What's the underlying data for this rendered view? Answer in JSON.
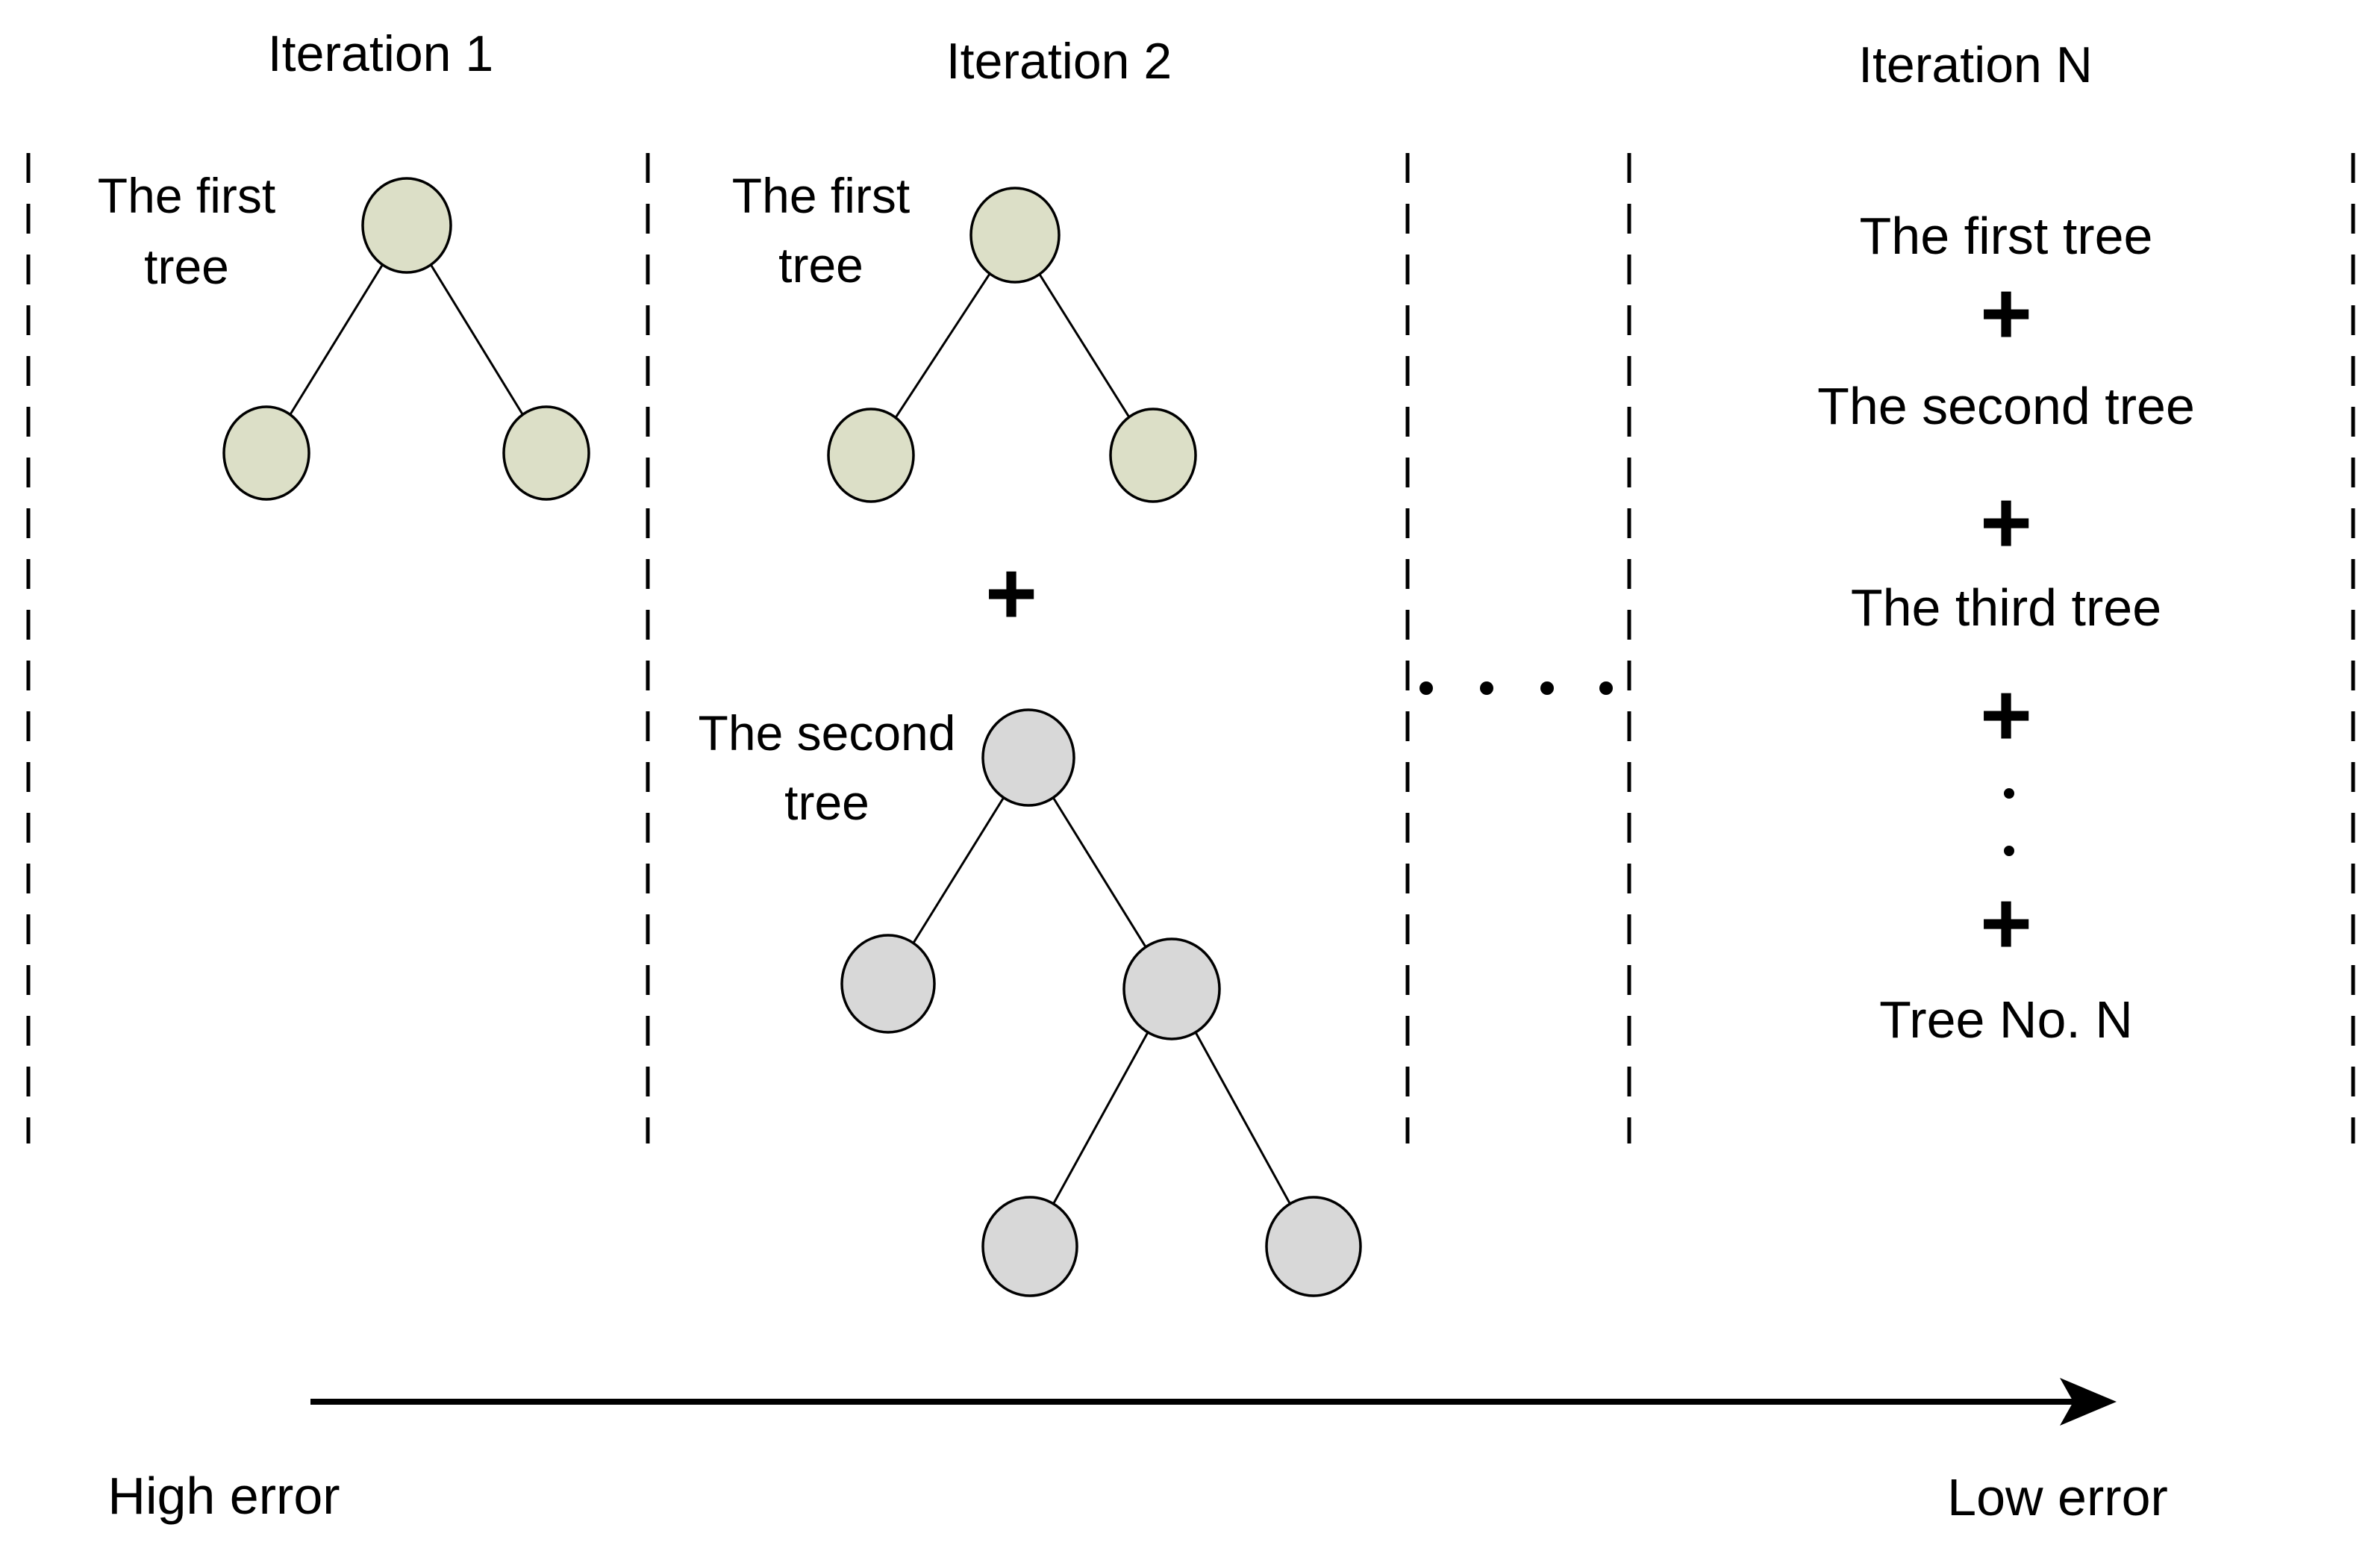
{
  "colors": {
    "background": "#ffffff",
    "first_tree_fill": "#dcdfc7",
    "second_tree_fill": "#d8d8d8",
    "node_stroke": "#000000",
    "line": "#000000",
    "text": "#000000"
  },
  "iteration1": {
    "title": "Iteration 1",
    "label_line1": "The first",
    "label_line2": "tree"
  },
  "iteration2": {
    "title": "Iteration 2",
    "first_label_line1": "The first",
    "first_label_line2": "tree",
    "plus": "+",
    "second_label_line1": "The second",
    "second_label_line2": "tree"
  },
  "iterationN": {
    "title": "Iteration N",
    "item1": "The first tree",
    "plus1": "+",
    "item2": "The second tree",
    "plus2": "+",
    "item3": "The third tree",
    "plus3": "+",
    "plus4": "+",
    "itemN": "Tree No. N"
  },
  "separator": {
    "horizontal_dots_count": 4,
    "vertical_dots_count": 2
  },
  "footer": {
    "left_label": "High error",
    "right_label": "Low error"
  }
}
